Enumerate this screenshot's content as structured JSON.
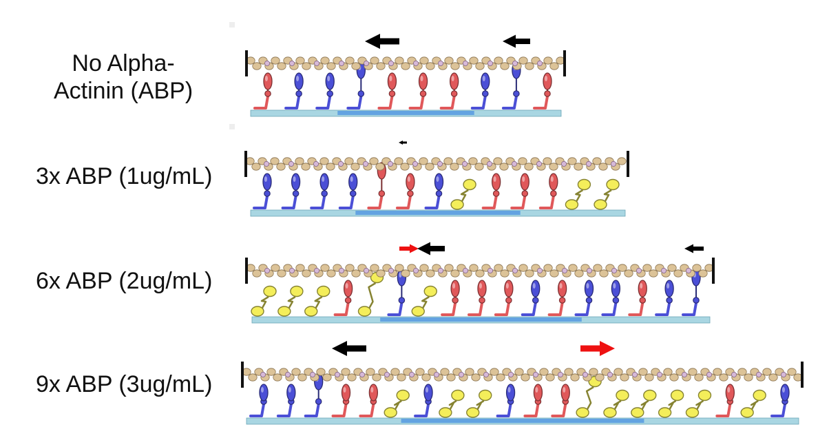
{
  "rows": [
    {
      "label_lines": [
        "No Alpha-",
        "Actinin (ABP)"
      ],
      "motors": [
        "red",
        "blue",
        "blue",
        "blue",
        "red",
        "red",
        "red",
        "blue",
        "blue",
        "red"
      ],
      "attached": [
        3,
        8
      ],
      "arrows": [
        {
          "color": "black",
          "direction": "left",
          "strength": "large"
        },
        {
          "color": "black",
          "direction": "left",
          "strength": "medium"
        }
      ]
    },
    {
      "label_lines": [
        "3x ABP (1ug/mL)"
      ],
      "motors": [
        "blue",
        "blue",
        "blue",
        "blue",
        "red",
        "red",
        "blue",
        "yellow",
        "red",
        "red",
        "red",
        "yellow",
        "yellow"
      ],
      "attached": [
        4
      ],
      "arrows": [
        {
          "color": "black",
          "direction": "left",
          "strength": "tiny"
        }
      ]
    },
    {
      "label_lines": [
        "6x ABP (2ug/mL)"
      ],
      "motors": [
        "yellow",
        "yellow",
        "yellow",
        "red",
        "yellow",
        "blue",
        "yellow",
        "red",
        "red",
        "red",
        "blue",
        "red",
        "blue",
        "blue",
        "red",
        "blue",
        "blue"
      ],
      "attached": [
        4,
        5,
        16
      ],
      "arrows": [
        {
          "color": "red",
          "direction": "right",
          "strength": "small"
        },
        {
          "color": "black",
          "direction": "left",
          "strength": "medium"
        },
        {
          "color": "black",
          "direction": "left",
          "strength": "small"
        }
      ]
    },
    {
      "label_lines": [
        "9x ABP (3ug/mL)"
      ],
      "motors": [
        "blue",
        "blue",
        "blue",
        "red",
        "red",
        "yellow",
        "blue",
        "yellow",
        "yellow",
        "blue",
        "red",
        "red",
        "yellow",
        "yellow",
        "yellow",
        "yellow",
        "yellow",
        "red",
        "yellow",
        "blue"
      ],
      "attached": [
        2,
        12
      ],
      "arrows": [
        {
          "color": "black",
          "direction": "left",
          "strength": "large"
        },
        {
          "color": "red",
          "direction": "right",
          "strength": "large"
        }
      ]
    }
  ],
  "colors": {
    "red_motor": "#e0585a",
    "blue_motor": "#4b4fd6",
    "yellow_abp": "#f4ee5a",
    "actin_bead": "#dcc398",
    "actin_node": "#d6b9d8",
    "surface": "#a9d6e2",
    "black_arrow": "#000000",
    "red_arrow": "#ee1111"
  }
}
